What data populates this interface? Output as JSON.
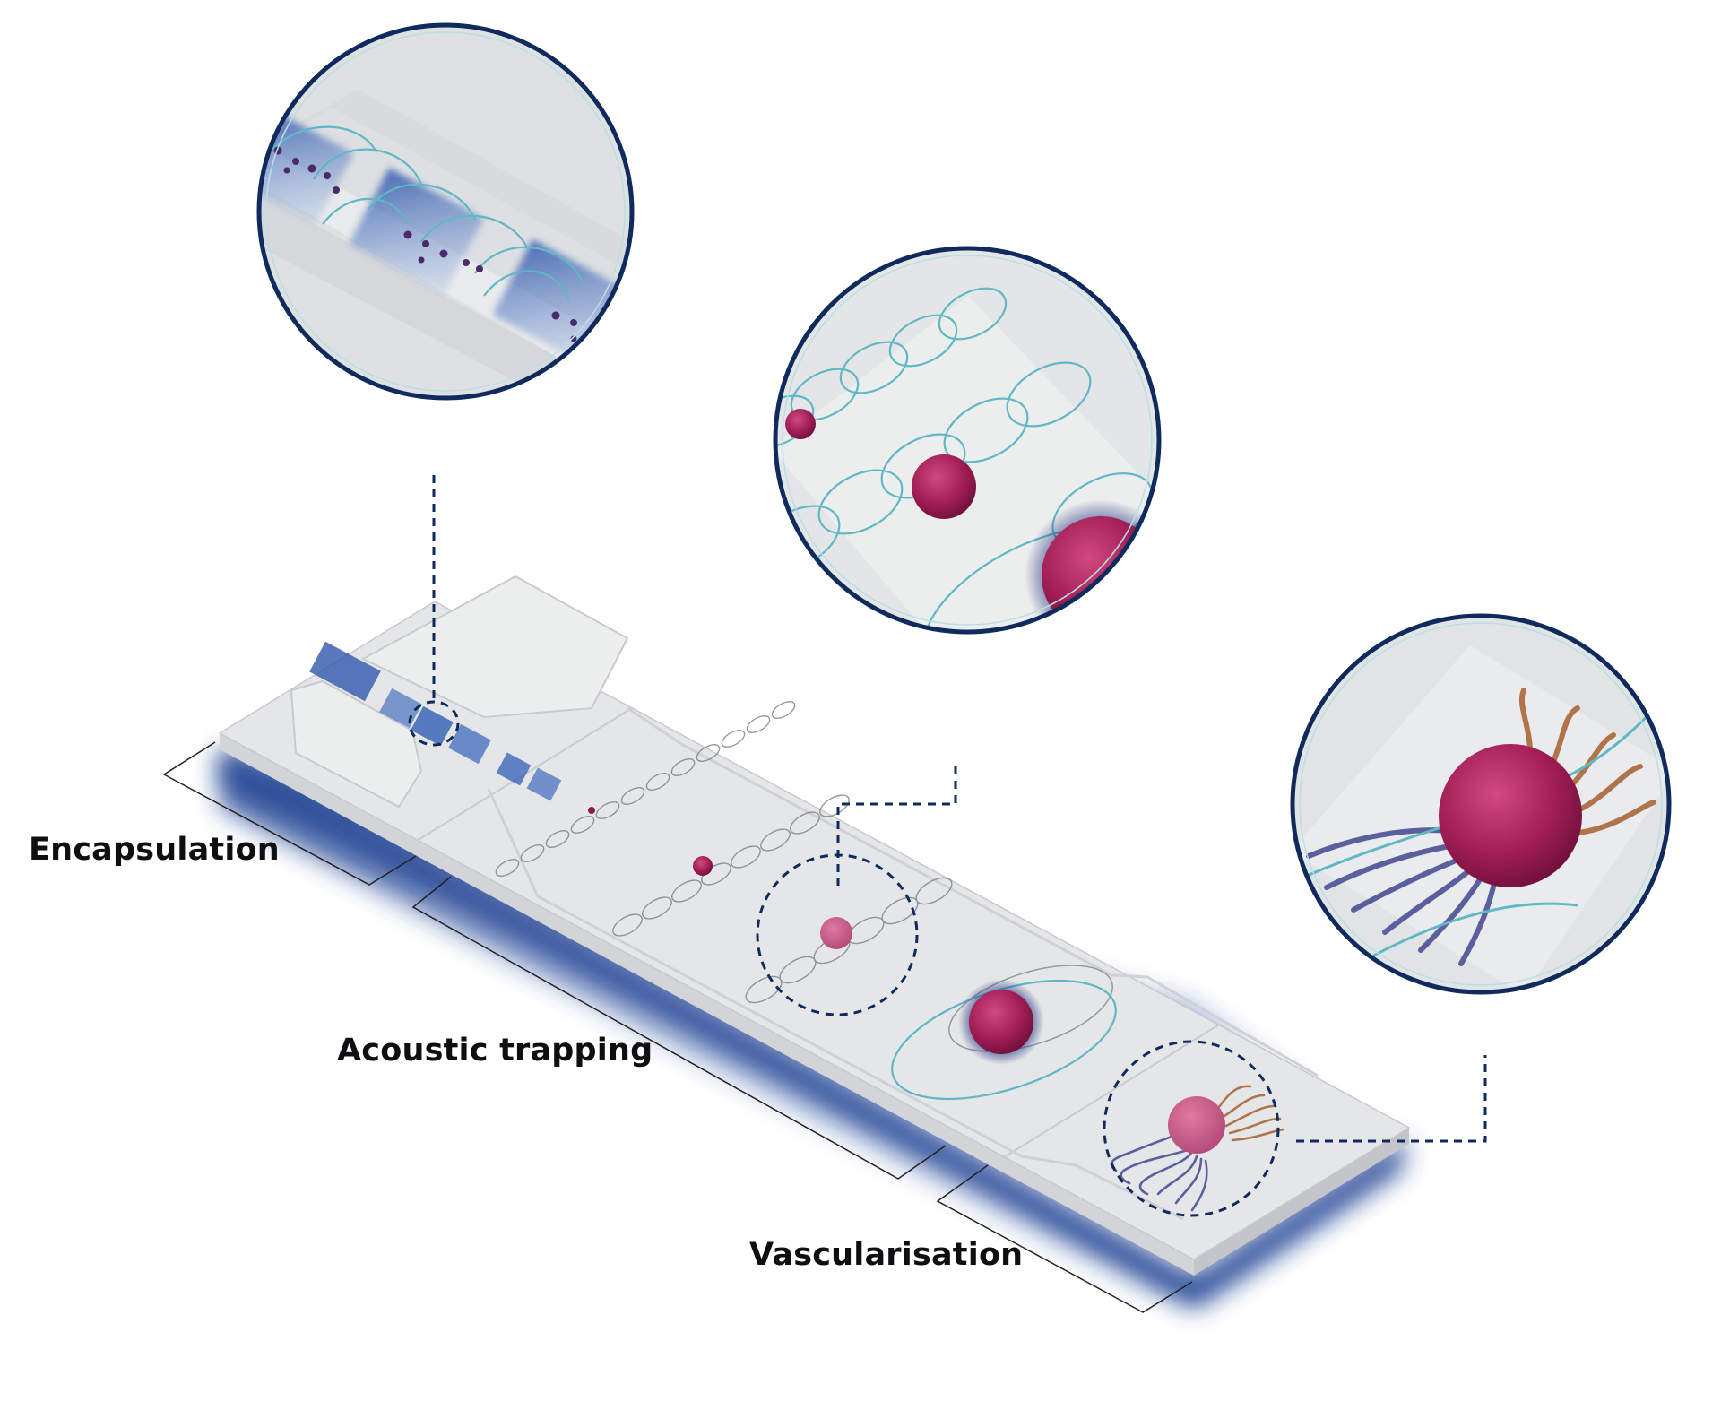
{
  "labels": {
    "encapsulation": "Encapsulation",
    "acoustic_trapping": "Acoustic trapping",
    "vascularisation": "Vascularisation"
  },
  "colors": {
    "circle_border": "#0f2a5c",
    "chip_surface": "#e4e5e7",
    "chip_edge": "#c7c9cd",
    "shadow": "#1c3f8f",
    "acoustic_ring": "#5fb8c4",
    "spheroid": "#a11d55",
    "spheroid_halo": "#22327a",
    "vessel_blue": "#5b5f9e",
    "vessel_orange": "#b0744a",
    "cells": "#4a2a6a",
    "hydrogel_blue": "#3f63b3"
  }
}
